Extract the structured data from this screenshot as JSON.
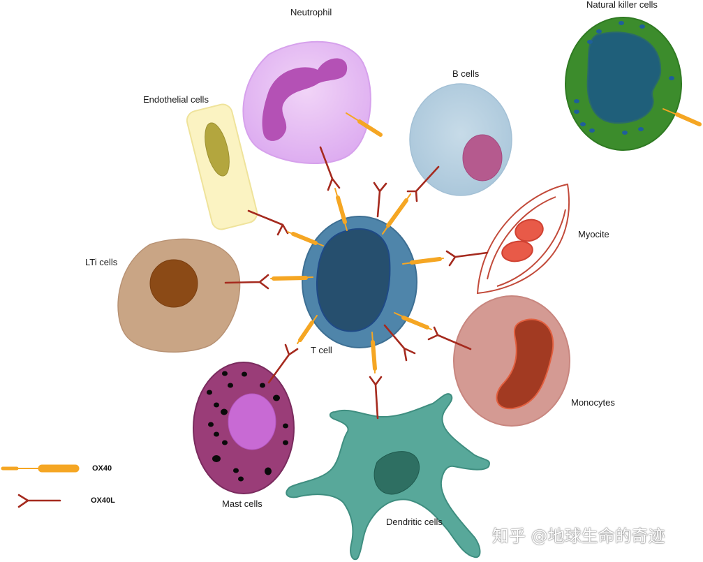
{
  "labels": {
    "neutrophil": "Neutrophil",
    "natural_killer": "Natural killer cells",
    "b_cells": "B cells",
    "endothelial": "Endothelial cells",
    "myocite": "Myocite",
    "lti": "LTi cells",
    "t_cell": "T cell",
    "monocytes": "Monocytes",
    "mast": "Mast cells",
    "dendritic": "Dendritic cells"
  },
  "legend": {
    "ox40": "OX40",
    "ox40l": "OX40L"
  },
  "watermark": "知乎 @地球生命的奇迹",
  "colors": {
    "ox40": "#f5a623",
    "ox40l": "#a52a1e",
    "t_cell_outer": "#4f85aa",
    "t_cell_nucleus": "#264f6e",
    "neutrophil": "#e6b8f2",
    "nk_outer": "#3c8c2c",
    "nk_nucleus": "#1f5f7a",
    "b_cell": "#b6cfe0",
    "endothelial": "#fbf3c2",
    "lti": "#c9a585",
    "monocyte": "#d49a93",
    "mast": "#9a3d78",
    "dendritic": "#58a89a"
  }
}
